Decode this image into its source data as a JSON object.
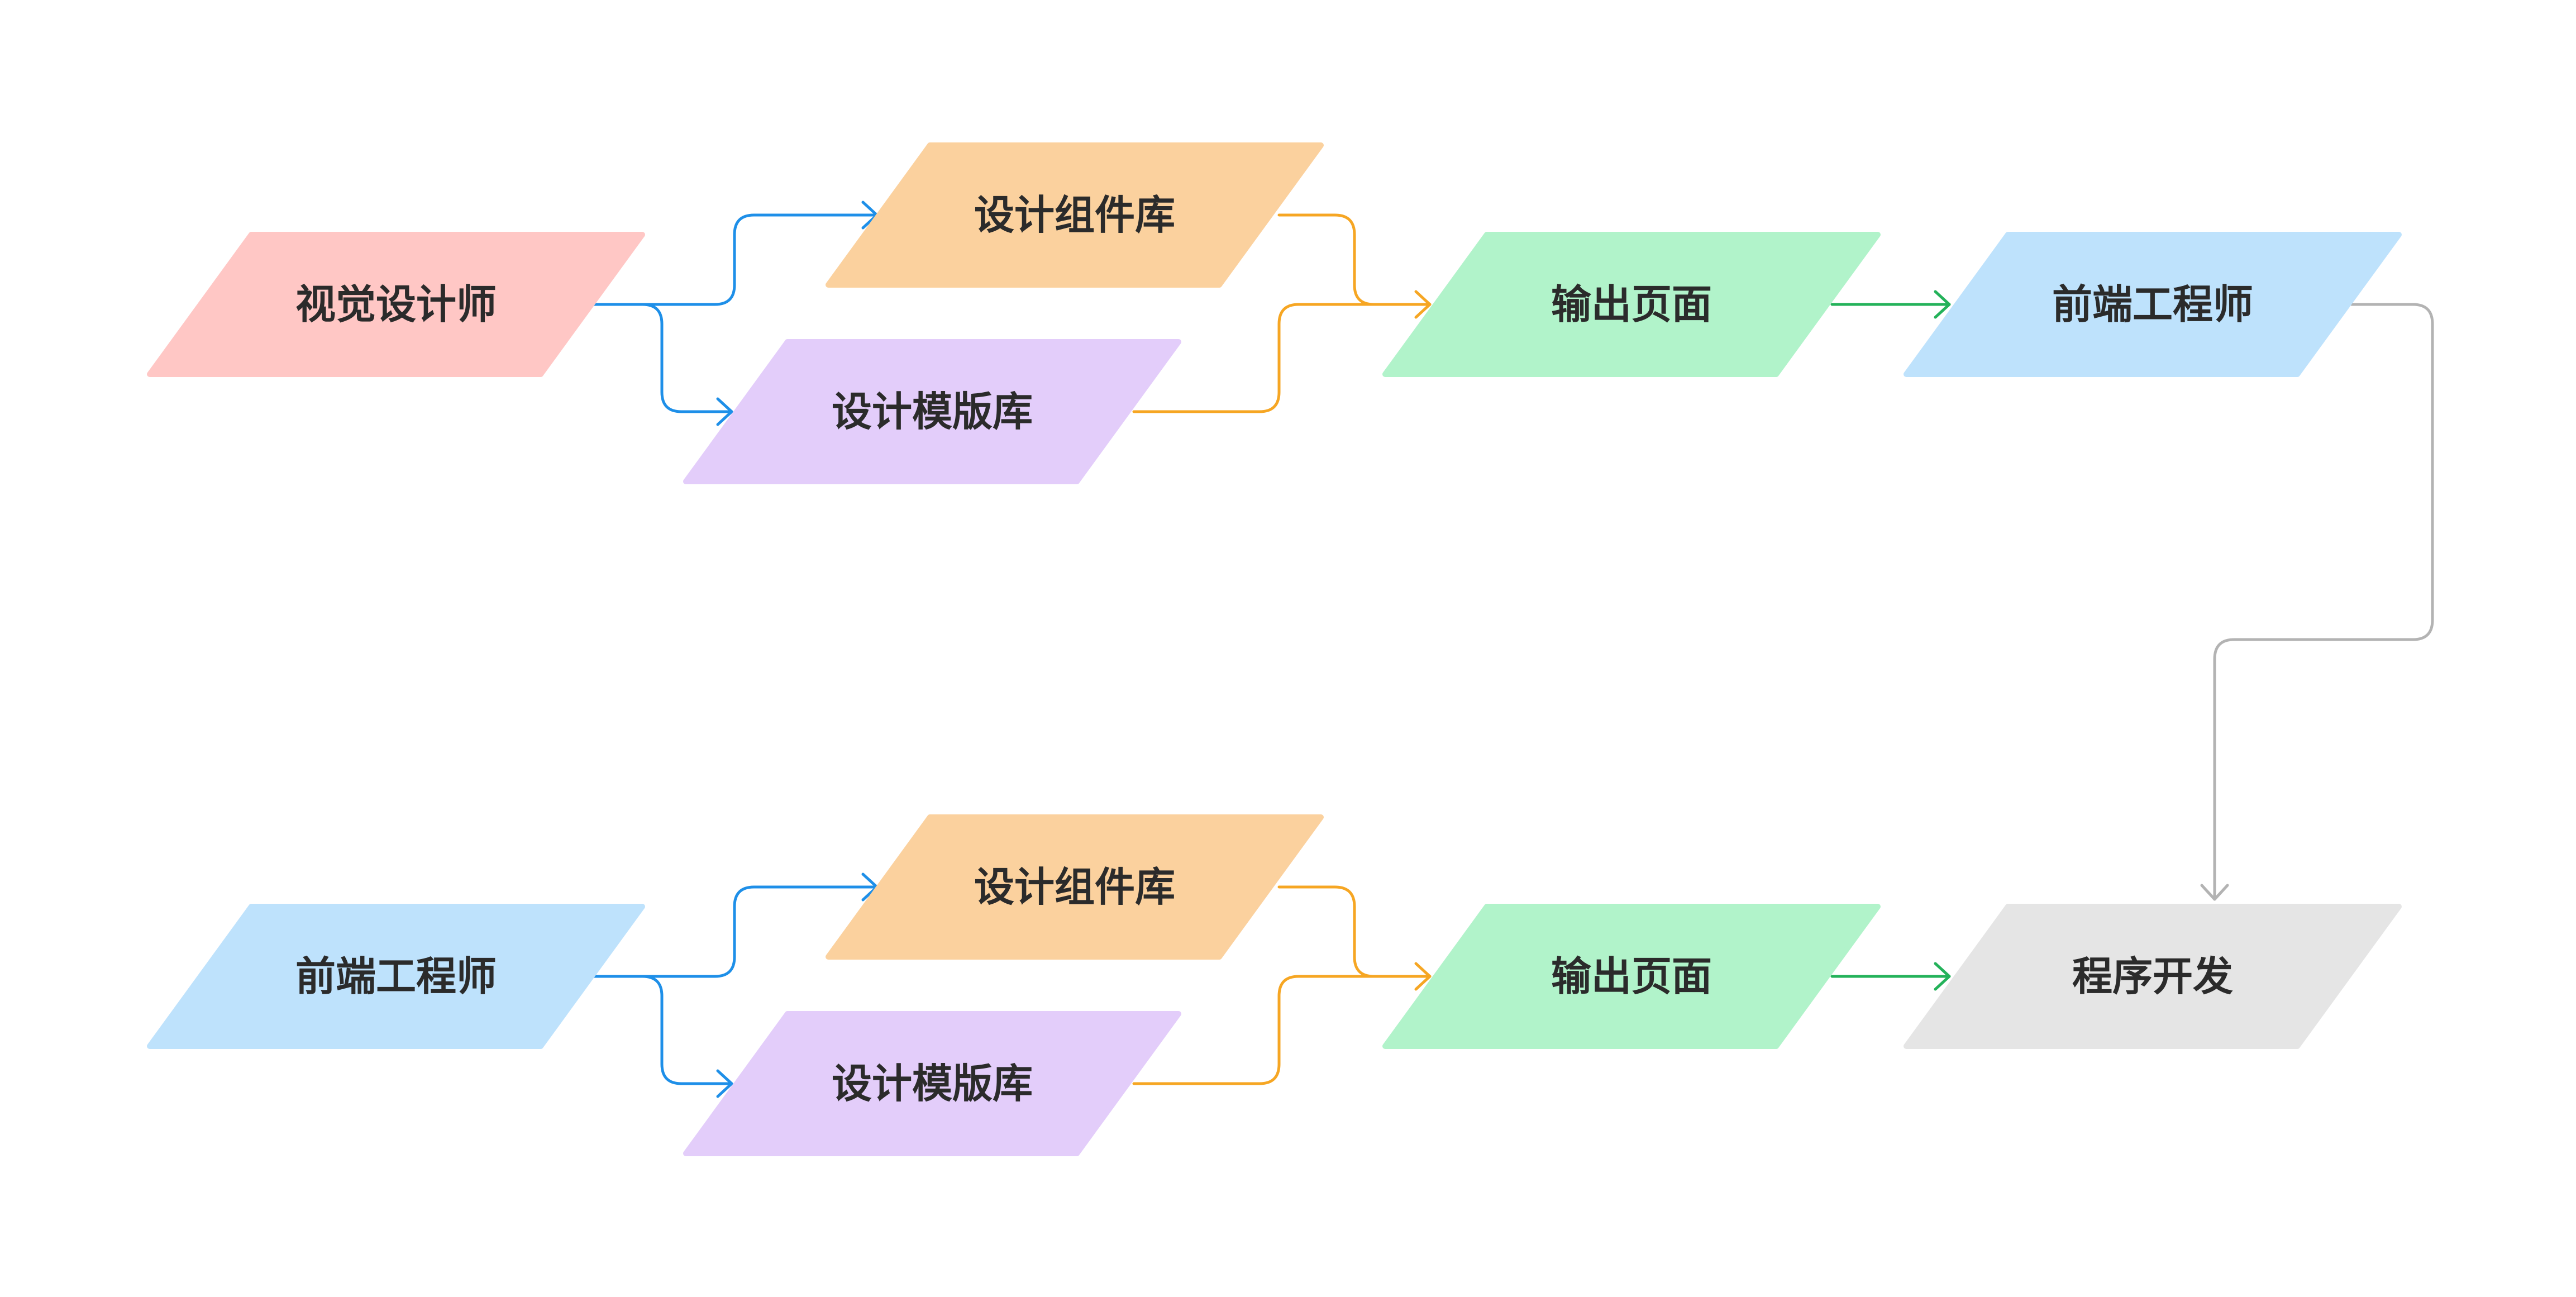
{
  "colors": {
    "blue_link": "#1E8FE8",
    "orange_link": "#F6A623",
    "green_link": "#24B25A",
    "gray_link": "#B3B3B3",
    "node_pink": "#FFC7C5",
    "node_orange": "#FBD19E",
    "node_purple": "#E3CDFA",
    "node_green": "#B1F3CA",
    "node_blue": "#BEE2FC",
    "node_gray": "#E5E5E5"
  },
  "flow_top": {
    "visual_designer": "视觉设计师",
    "component_library": "设计组件库",
    "template_library": "设计模版库",
    "output_page": "输出页面",
    "frontend_engineer": "前端工程师"
  },
  "flow_bottom": {
    "frontend_engineer": "前端工程师",
    "component_library": "设计组件库",
    "template_library": "设计模版库",
    "output_page": "输出页面",
    "program_dev": "程序开发"
  }
}
